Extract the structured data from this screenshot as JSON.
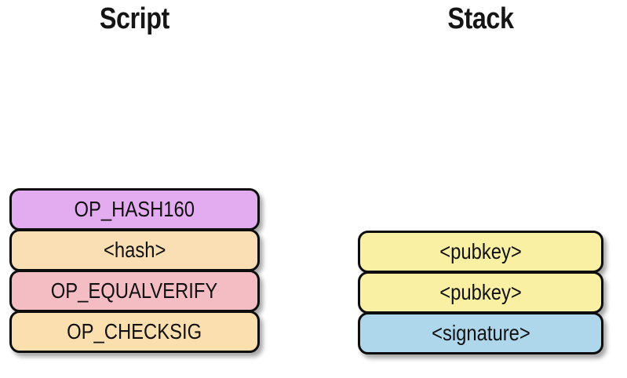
{
  "columns": [
    {
      "title": "Script",
      "boxes": [
        {
          "label": "OP_HASH160",
          "color": "#E3ACF0"
        },
        {
          "label": "<hash>",
          "color": "#FADFB4"
        },
        {
          "label": "OP_EQUALVERIFY",
          "color": "#F3BDC3"
        },
        {
          "label": "OP_CHECKSIG",
          "color": "#FBDFAE"
        }
      ]
    },
    {
      "title": "Stack",
      "boxes": [
        {
          "label": "<pubkey>",
          "color": "#F9F0A4"
        },
        {
          "label": "<pubkey>",
          "color": "#F9F0A4"
        },
        {
          "label": "<signature>",
          "color": "#AFD7EC"
        }
      ]
    }
  ],
  "style": {
    "background": "#ffffff",
    "border_color": "#0d0d0d",
    "text_color": "#111111"
  }
}
